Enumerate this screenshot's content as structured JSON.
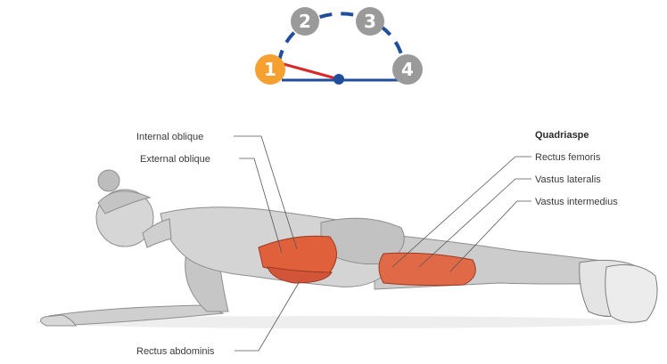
{
  "tempo_dial": {
    "steps": [
      "1",
      "2",
      "3",
      "4"
    ],
    "active_step": "1",
    "colors": {
      "active": "#f5a030",
      "inactive": "#9a9a9a",
      "arc": "#1f4f9c",
      "needle": "#d8282a",
      "hub": "#1f4f9c"
    }
  },
  "labels": {
    "internal_oblique": "Internal oblique",
    "external_oblique": "External oblique",
    "rectus_abdominis": "Rectus abdominis",
    "quadriceps_heading": "Quadriaspe",
    "rectus_femoris": "Rectus femoris",
    "vastus_lateralis": "Vastus lateralis",
    "vastus_intermedius": "Vastus intermedius"
  },
  "colors": {
    "skin": "#d4d4d4",
    "skin_shadow": "#a9a9a9",
    "muscle_highlight": "#e0603c",
    "leader_line": "#555555"
  }
}
